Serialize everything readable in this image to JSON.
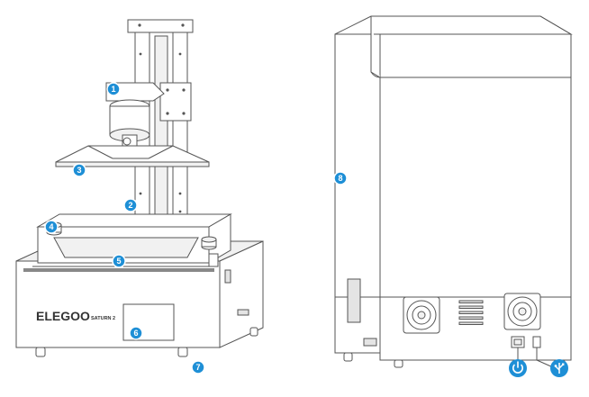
{
  "front_view": {
    "logo_text": "ELEGOO",
    "model_text": "SATURN 2"
  },
  "callouts": [
    {
      "number": "1",
      "name": "z-axis-motor-block-callout"
    },
    {
      "number": "2",
      "name": "z-axis-rail-callout"
    },
    {
      "number": "3",
      "name": "build-platform-callout"
    },
    {
      "number": "4",
      "name": "vat-thumb-screw-callout"
    },
    {
      "number": "5",
      "name": "resin-vat-callout"
    },
    {
      "number": "6",
      "name": "touch-screen-callout"
    },
    {
      "number": "7",
      "name": "foot-callout"
    },
    {
      "number": "8",
      "name": "uv-cover-callout"
    }
  ],
  "rear_icons": {
    "power": "power-icon",
    "usb": "usb-icon"
  },
  "colors": {
    "callout_blue": "#1e8fd6",
    "outline": "#555555"
  }
}
